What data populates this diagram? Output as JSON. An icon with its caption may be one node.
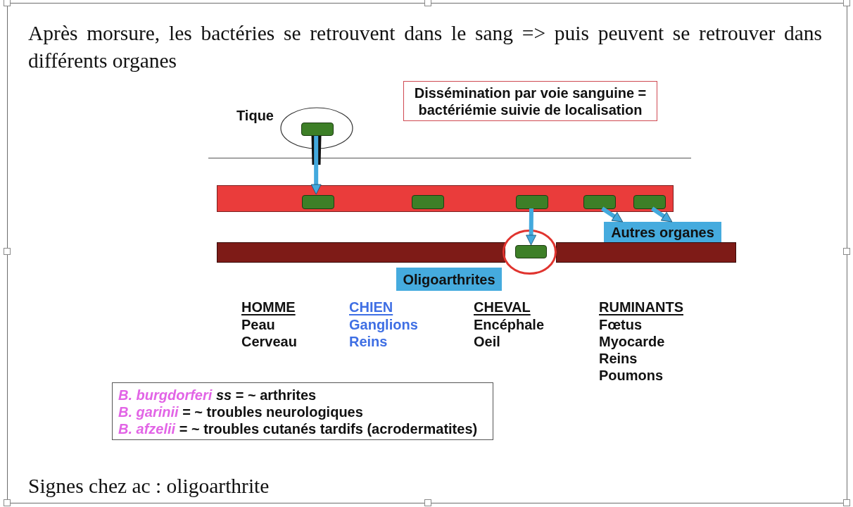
{
  "diagram": {
    "title": "Après morsure, les bactéries se retrouvent dans le sang => puis peuvent se retrouver dans différents organes",
    "caption": "Signes chez ac : oligoarthrite",
    "nodes": [
      {
        "text": [
          "Dissémination par voie sanguine = bactériémie suivie de localisation"
        ]
      },
      {
        "text": [
          "Tique"
        ]
      },
      {
        "text": [],
        "shape": "box",
        "in": 1
      },
      {
        "text": [],
        "shape": "bar"
      },
      {
        "text": [],
        "shape": "box",
        "in": 3
      },
      {
        "text": [],
        "shape": "box",
        "in": 3
      },
      {
        "text": [],
        "shape": "box",
        "in": 3
      },
      {
        "text": [],
        "shape": "box",
        "in": 3
      },
      {
        "text": [],
        "shape": "box",
        "in": 3
      },
      {
        "text": [],
        "shape": "bar"
      },
      {
        "text": [],
        "shape": "bar"
      },
      {
        "text": [],
        "shape": "circle"
      },
      {
        "text": [],
        "shape": "box",
        "in": 11
      },
      {
        "text": [
          "Autres organes"
        ]
      },
      {
        "text": [
          "Oligoarthrites"
        ]
      },
      {
        "text": [
          "*B. burgdorferi* *ss* = ~ arthrites",
          "*B. garinii* = ~ troubles neurologiques",
          "*B. afzelii* = ~ troubles cutanés tardifs (acrodermatites)"
        ]
      }
    ],
    "edges": [
      {
        "from": 2,
        "to": 4,
        "arrow": "to"
      },
      {
        "from": 6,
        "to": 12,
        "arrow": "to"
      },
      {
        "from": 7,
        "to": 13,
        "arrow": "to"
      },
      {
        "from": 8,
        "to": 13,
        "arrow": "to"
      }
    ],
    "labels": [
      "HOMME",
      "CHIEN",
      "CHEVAL",
      "RUMINANTS",
      "Peau",
      "Ganglions",
      "Encéphale",
      "Fœtus",
      "Cerveau",
      "Reins",
      "Oeil",
      "Myocarde",
      "Reins",
      "Poumons"
    ]
  }
}
